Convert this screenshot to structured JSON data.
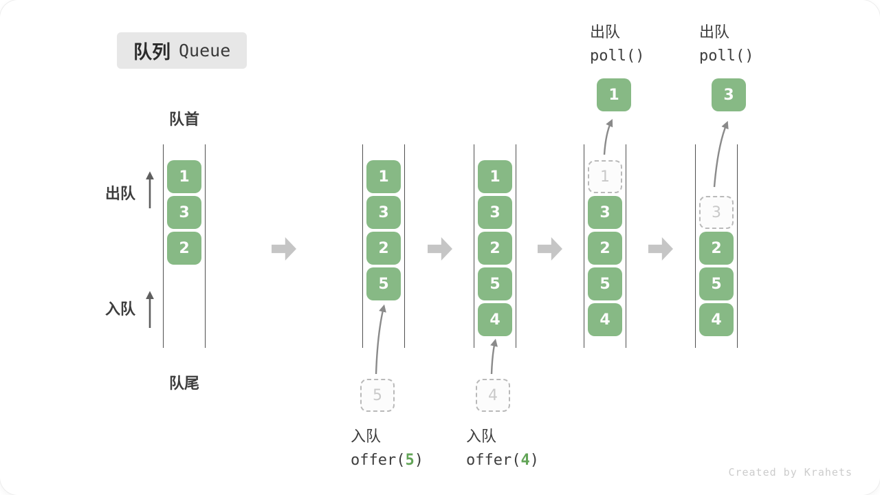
{
  "title": {
    "zh": "队列",
    "en": "Queue"
  },
  "labels": {
    "front": "队首",
    "rear": "队尾",
    "dequeue": "出队",
    "enqueue": "入队"
  },
  "colors": {
    "box_green": "#87b985",
    "box_text": "#fdfdfd",
    "dashed_border": "#b9b9b9",
    "dashed_text": "#c9c9c9",
    "block_arrow": "#c5c5c5",
    "curve_arrow": "#8a8a8a",
    "label_arrow": "#5f5f5f",
    "text_dark": "#3d3d3d",
    "accent_green": "#62a457",
    "badge_bg": "#e7e7e7",
    "watermark": "#cccccc"
  },
  "columns": [
    {
      "boxes": [
        {
          "row": 0,
          "value": "1",
          "style": "solid"
        },
        {
          "row": 1,
          "value": "3",
          "style": "solid"
        },
        {
          "row": 2,
          "value": "2",
          "style": "solid"
        }
      ]
    },
    {
      "boxes": [
        {
          "row": 0,
          "value": "1",
          "style": "solid"
        },
        {
          "row": 1,
          "value": "3",
          "style": "solid"
        },
        {
          "row": 2,
          "value": "2",
          "style": "solid"
        },
        {
          "row": 3,
          "value": "5",
          "style": "solid"
        }
      ],
      "incoming": {
        "value": "5"
      },
      "annotation": {
        "label": "入队",
        "fn_pre": "offer(",
        "fn_arg": "5",
        "fn_post": ")"
      }
    },
    {
      "boxes": [
        {
          "row": 0,
          "value": "1",
          "style": "solid"
        },
        {
          "row": 1,
          "value": "3",
          "style": "solid"
        },
        {
          "row": 2,
          "value": "2",
          "style": "solid"
        },
        {
          "row": 3,
          "value": "5",
          "style": "solid"
        },
        {
          "row": 4,
          "value": "4",
          "style": "solid"
        }
      ],
      "incoming": {
        "value": "4"
      },
      "annotation": {
        "label": "入队",
        "fn_pre": "offer(",
        "fn_arg": "4",
        "fn_post": ")"
      }
    },
    {
      "boxes": [
        {
          "row": 0,
          "value": "1",
          "style": "dashed"
        },
        {
          "row": 1,
          "value": "3",
          "style": "solid"
        },
        {
          "row": 2,
          "value": "2",
          "style": "solid"
        },
        {
          "row": 3,
          "value": "5",
          "style": "solid"
        },
        {
          "row": 4,
          "value": "4",
          "style": "solid"
        }
      ],
      "popped": {
        "value": "1"
      },
      "top_annotation": {
        "label": "出队",
        "fn": "poll()"
      }
    },
    {
      "boxes": [
        {
          "row": 1,
          "value": "3",
          "style": "dashed"
        },
        {
          "row": 2,
          "value": "2",
          "style": "solid"
        },
        {
          "row": 3,
          "value": "5",
          "style": "solid"
        },
        {
          "row": 4,
          "value": "4",
          "style": "solid"
        }
      ],
      "popped": {
        "value": "3"
      },
      "top_annotation": {
        "label": "出队",
        "fn": "poll()"
      }
    }
  ],
  "watermark": "Created by Krahets"
}
